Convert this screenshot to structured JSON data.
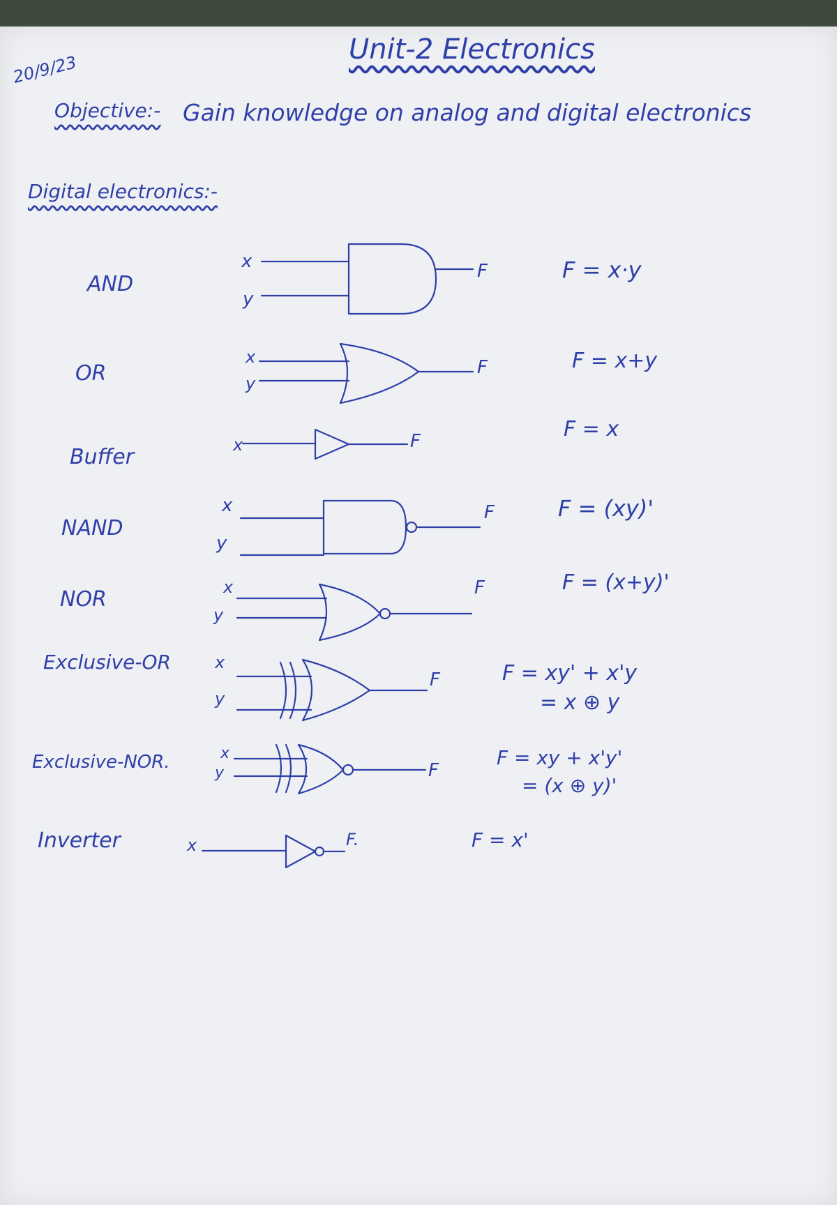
{
  "header": {
    "date": "20/9/23",
    "title": "Unit-2 Electronics",
    "objective_label": "Objective:-",
    "objective_text": "Gain knowledge on analog and digital electronics",
    "section_title": "Digital electronics:-"
  },
  "gates": [
    {
      "name": "AND",
      "inputs": [
        "x",
        "y"
      ],
      "output": "F",
      "equation": [
        "F = x·y"
      ]
    },
    {
      "name": "OR",
      "inputs": [
        "x",
        "y"
      ],
      "output": "F",
      "equation": [
        "F = x+y"
      ]
    },
    {
      "name": "Buffer",
      "inputs": [
        "x"
      ],
      "output": "F",
      "equation": [
        "F = x"
      ]
    },
    {
      "name": "NAND",
      "inputs": [
        "x",
        "y"
      ],
      "output": "F",
      "equation": [
        "F = (xy)'"
      ]
    },
    {
      "name": "NOR",
      "inputs": [
        "x",
        "y"
      ],
      "output": "F",
      "equation": [
        "F = (x+y)'"
      ]
    },
    {
      "name": "Exclusive-OR",
      "inputs": [
        "x",
        "y"
      ],
      "output": "F",
      "equation": [
        "F = xy' + x'y",
        "= x ⊕ y"
      ]
    },
    {
      "name": "Exclusive-NOR.",
      "inputs": [
        "x",
        "y"
      ],
      "output": "F",
      "equation": [
        "F = xy + x'y'",
        "= (x ⊕ y)'"
      ]
    },
    {
      "name": "Inverter",
      "inputs": [
        "x"
      ],
      "output": "F.",
      "equation": [
        "F = x'"
      ]
    }
  ],
  "colors": {
    "ink": "#2f3fa8",
    "paper": "#eef0f4",
    "background": "#3f4a3c"
  }
}
